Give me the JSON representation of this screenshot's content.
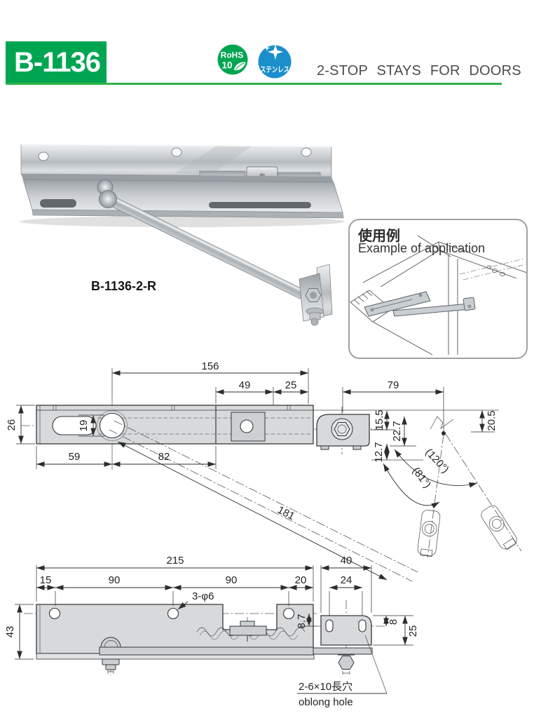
{
  "header": {
    "product_code": "B-1136",
    "category_title": "2-STOP STAYS FOR DOORS",
    "rohs_badge": {
      "line1": "RoHS",
      "line2": "10",
      "icon": "leaf-icon"
    },
    "stainless_badge": {
      "label": "ステンレス",
      "icon": "sparkle-icon"
    },
    "colors": {
      "brand_green": "#00A551",
      "rule_green": "#2FB34B",
      "badge_blue": "#1B8FCC",
      "title_text": "#4C4C4C"
    }
  },
  "photo": {
    "model_label": "B-1136-2-R"
  },
  "example": {
    "title_ja": "使用例",
    "title_en": "Example of application"
  },
  "drawing": {
    "colors": {
      "line": "#35383B",
      "plate_fill": "#D7D9DA"
    },
    "middle": {
      "d26": "26",
      "d19": "19",
      "d59": "59",
      "d82": "82",
      "d156": "156",
      "d49": "49",
      "d25": "25",
      "d79": "79",
      "d15_5": "15.5",
      "d22_7": "22.7",
      "d12_7": "12.7",
      "d20_5": "20.5",
      "a120": "(120°)",
      "a81": "(81°)",
      "d181": "181"
    },
    "bottom": {
      "d215": "215",
      "d15": "15",
      "d90a": "90",
      "d90b": "90",
      "d20": "20",
      "d40": "40",
      "d24": "24",
      "hole_note": "3-φ6",
      "d43": "43",
      "d8_7": "8.7",
      "d8": "8",
      "d25": "25",
      "oblong_ja": "2-6×10長穴",
      "oblong_en": "oblong hole"
    }
  }
}
